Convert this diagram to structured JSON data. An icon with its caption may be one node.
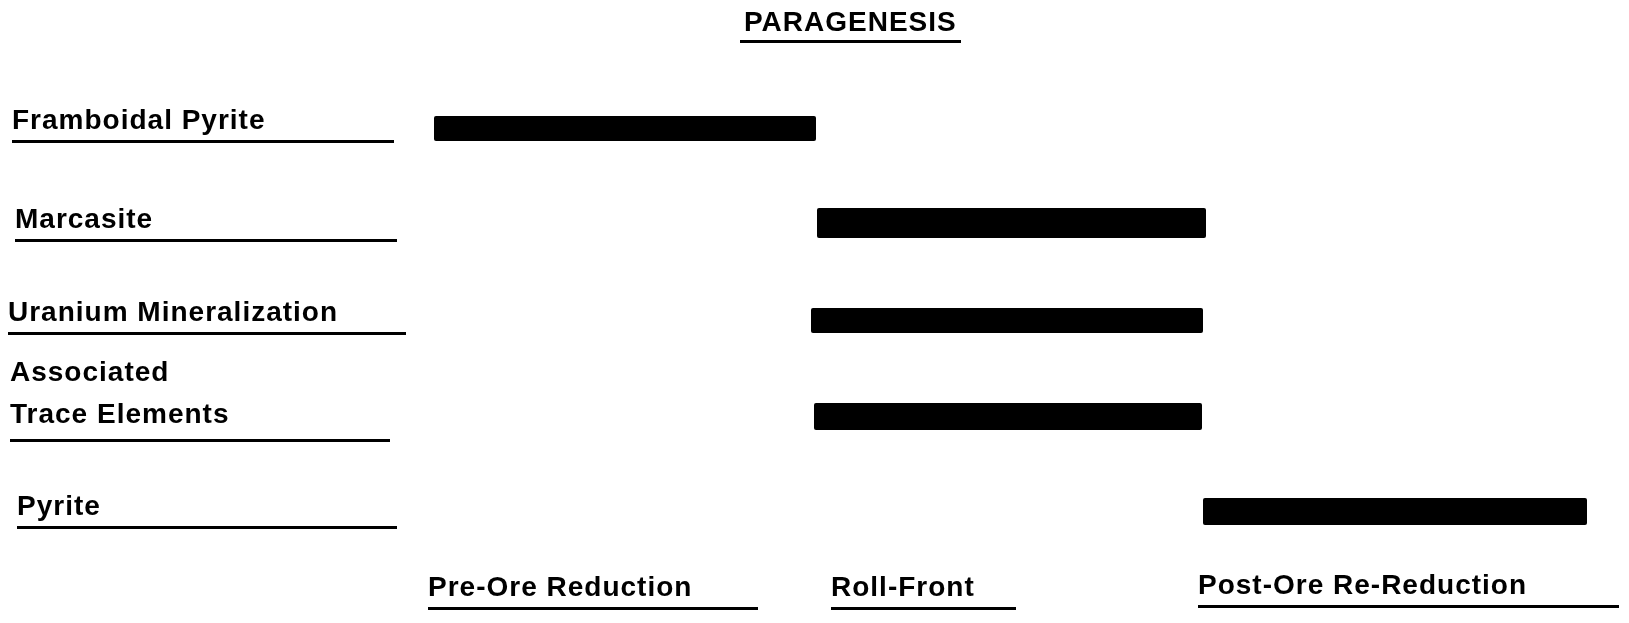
{
  "diagram": {
    "title": "PARAGENESIS",
    "nodes": [
      {
        "text": [],
        "shape": "bar"
      },
      {
        "text": [],
        "shape": "bar"
      },
      {
        "text": [],
        "shape": "bar"
      },
      {
        "text": [],
        "shape": "bar"
      },
      {
        "text": [],
        "shape": "bar"
      }
    ],
    "labels": [
      "Framboidal Pyrite",
      "Marcasite",
      "Uranium Mineralization",
      "Associated Trace Elements",
      "Pyrite",
      "Pre-Ore Reduction",
      "Roll-Front",
      "Post-Ore Re-Reduction"
    ]
  }
}
